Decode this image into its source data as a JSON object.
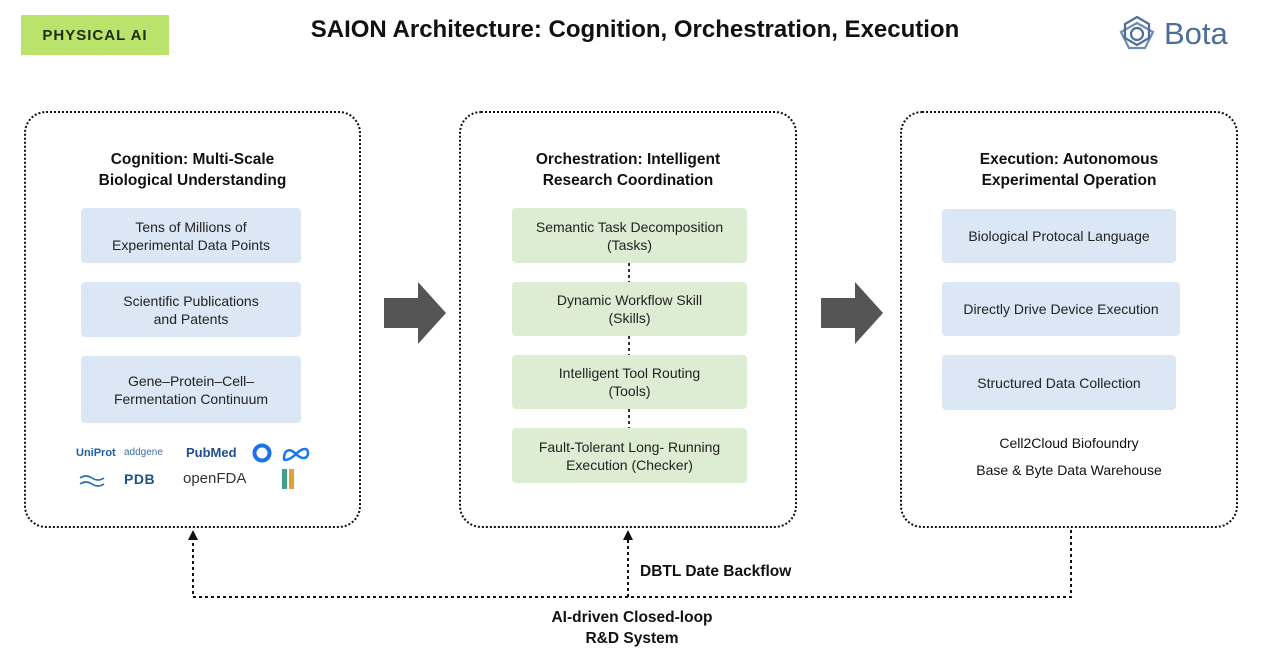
{
  "badge": "PHYSICAL AI",
  "title": "SAION Architecture: Cognition, Orchestration, Execution",
  "logo_text": "Bota",
  "cognition": {
    "heading_line1": "Cognition: Multi-Scale",
    "heading_line2": "Biological Understanding",
    "cards": [
      {
        "line1": "Tens of Millions of",
        "line2": "Experimental Data Points"
      },
      {
        "line1": "Scientific Publications",
        "line2": "and Patents"
      },
      {
        "line1": "Gene–Protein–Cell–",
        "line2": "Fermentation Continuum"
      }
    ],
    "sources": [
      "UniProt",
      "addgene",
      "PubMed",
      "PDB",
      "openFDA"
    ]
  },
  "orchestration": {
    "heading_line1": "Orchestration: Intelligent",
    "heading_line2": "Research Coordination",
    "cards": [
      {
        "line1": "Semantic Task Decomposition",
        "line2": "(Tasks)"
      },
      {
        "line1": "Dynamic Workflow Skill",
        "line2": "(Skills)"
      },
      {
        "line1": "Intelligent Tool Routing",
        "line2": "(Tools)"
      },
      {
        "line1": "Fault-Tolerant Long- Running",
        "line2": "Execution (Checker)"
      }
    ]
  },
  "execution": {
    "heading_line1": "Execution: Autonomous",
    "heading_line2": "Experimental Operation",
    "cards": [
      {
        "line1": "Biological Protocal Language"
      },
      {
        "line1": "Directly Drive Device Execution"
      },
      {
        "line1": "Structured Data Collection"
      }
    ],
    "note1": "Cell2Cloud Biofoundry",
    "note2": "Base & Byte Data Warehouse"
  },
  "feedback": {
    "backflow": "DBTL Date Backflow",
    "loop_line1": "AI-driven Closed-loop",
    "loop_line2": "R&D System"
  },
  "colors": {
    "badge": "#b9e36a",
    "blue_card": "#dbe7f5",
    "green_card": "#dcedd3",
    "arrow": "#555555"
  }
}
